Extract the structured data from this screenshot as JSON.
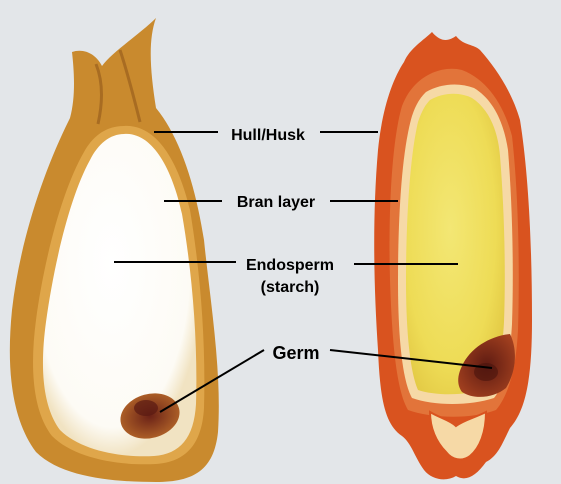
{
  "labels": {
    "hull": "Hull/Husk",
    "bran": "Bran layer",
    "endosperm": "Endosperm",
    "starch": "(starch)",
    "germ": "Germ"
  },
  "colors": {
    "background": "#e3e6e9",
    "hull_left": "#c98a2e",
    "hull_right": "#d9531f",
    "white_endosperm": "#ffffff",
    "yellow_endosperm": "#efe05a",
    "germ": "#7a2418",
    "leader_line": "#000000"
  }
}
